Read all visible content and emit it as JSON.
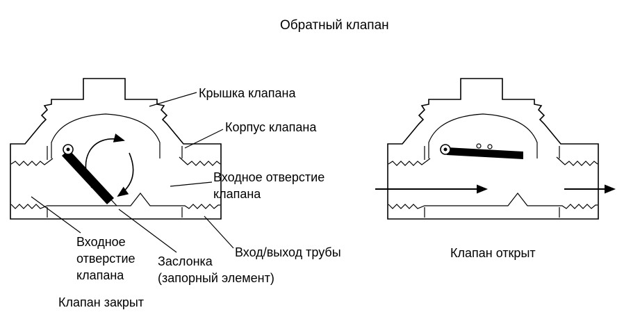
{
  "title": "Обратный клапан",
  "labels": {
    "cover": "Крышка клапана",
    "body": "Корпус клапана",
    "inlet_right": [
      "Входное отверстие",
      "клапана"
    ],
    "inlet_left": [
      "Входное",
      "отверстие",
      "клапана"
    ],
    "flap": [
      "Заслонка",
      "(запорный элемент)"
    ],
    "pipe": "Вход/выход трубы"
  },
  "captions": {
    "closed": "Клапан закрыт",
    "open": "Клапан открыт"
  },
  "colors": {
    "background": "#ffffff",
    "line": "#000000",
    "flap_fill": "#000000"
  }
}
